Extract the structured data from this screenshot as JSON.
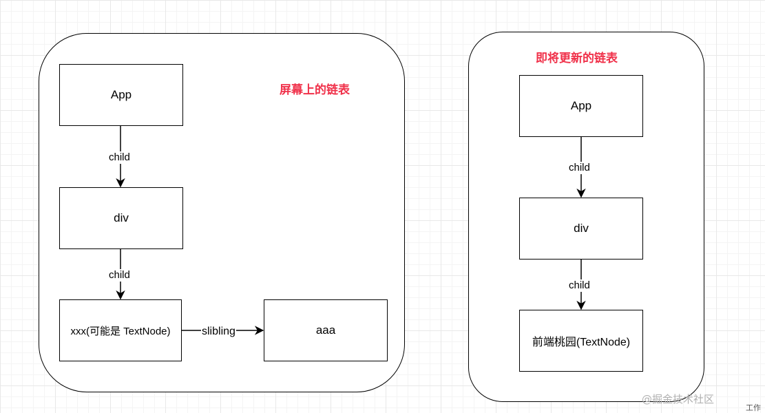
{
  "left_panel": {
    "title": "屏幕上的链表",
    "nodes": {
      "app": "App",
      "div": "div",
      "text": "xxx(可能是 TextNode)",
      "sibling": "aaa"
    },
    "edges": {
      "app_div": "child",
      "div_text": "child",
      "text_sibling": "slibling"
    }
  },
  "right_panel": {
    "title": "即将更新的链表",
    "nodes": {
      "app": "App",
      "div": "div",
      "text": "前端桃园(TextNode)"
    },
    "edges": {
      "app_div": "child",
      "div_text": "child"
    }
  },
  "watermark": "@掘金技术社区",
  "corner_text": "工作",
  "colors": {
    "title": "#f0314a",
    "grid": "#e8e8e8",
    "stroke": "#000000"
  }
}
